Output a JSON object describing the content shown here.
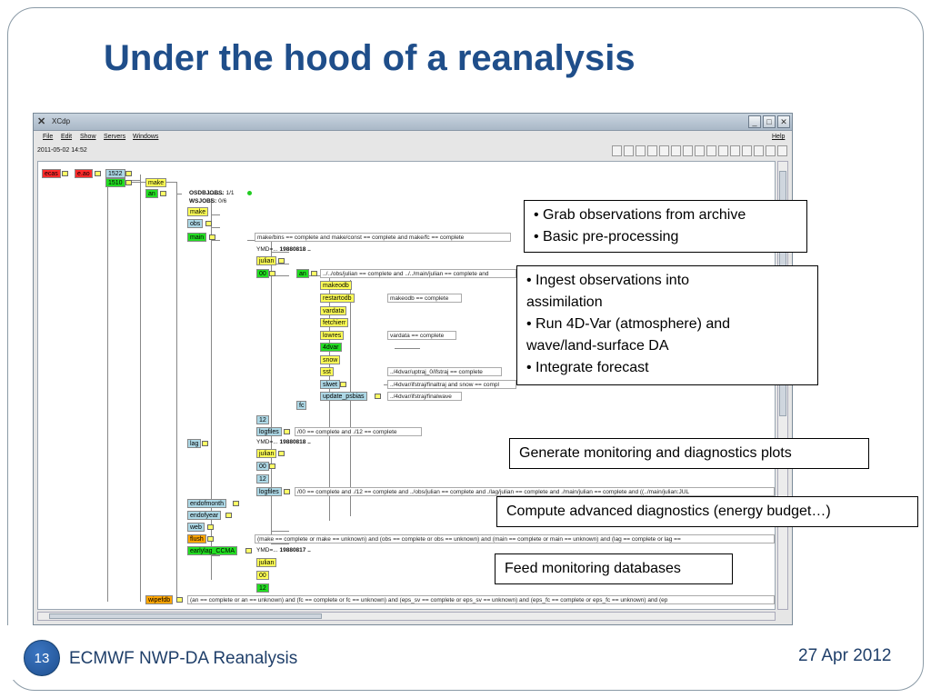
{
  "slide": {
    "title": "Under the hood of a reanalysis",
    "page_number": "13",
    "footer_left": "ECMWF NWP-DA Reanalysis",
    "footer_right": "27 Apr 2012"
  },
  "window": {
    "title": "XCdp",
    "menus": [
      "File",
      "Edit",
      "Show",
      "Servers",
      "Windows"
    ],
    "help": "Help",
    "datetime": "2011-05-02 14:52"
  },
  "tree": {
    "servers": [
      "ecas",
      "e.ao"
    ],
    "suite": "1522",
    "family": "1510",
    "make": "make",
    "an": "an",
    "osdbjobs_label": "OSDBJOBS:",
    "osdbjobs_value": "1/1",
    "wsjobs_label": "WSJOBS:",
    "wsjobs_value": "0/6",
    "an_make": "make",
    "obs": "obs",
    "main": "main",
    "main_trigger": "make/bins == complete and make/const == complete and make/fc == complete",
    "ymd1_prefix": "YMD=...",
    "ymd1_value": "19880818 ..",
    "julian1": "julian",
    "fam00": "00",
    "an2": "an",
    "an2_trigger": "../../obs/julian == complete and ../../main/julian == complete and",
    "makeodb": "makeodb",
    "restartodb": "restartodb",
    "restartodb_trigger": "makeodb == complete",
    "vardata": "vardata",
    "fetchierr": "fetchierr",
    "lowres": "lowres",
    "lowres_trigger": "vardata == complete",
    "fdvar": "4dvar",
    "snow": "snow",
    "sst": "sst",
    "sst_trigger": "../4dvar/uptraj_0/ifstraj == complete",
    "slwet": "slwet",
    "slwet_trigger": "../4dvar/ifstraj/finaltraj and snow == compl",
    "update_psbias": "update_psbias",
    "update_trigger": "../4dvar/ifstraj/finalwave",
    "fc": "fc",
    "fam12": "12",
    "logfiles1": "logfiles",
    "logfiles1_trigger": "/00 == complete and ./12 == complete",
    "lag": "lag",
    "ymd2_prefix": "YMD=...",
    "ymd2_value": "19880818 ..",
    "julian2": "julian",
    "lag00": "00",
    "lag12": "12",
    "logfiles2": "logfiles",
    "logfiles2_trigger": "/00 == complete and ./12 == complete and ../obs/julian == complete and ./lag/julian == complete and ./main/julian == complete and ((../main/julian:JUL",
    "endofmonth": "endofmonth",
    "endofyear": "endofyear",
    "web": "web",
    "flush": "flush",
    "flush_trigger": "(make == complete or make == unknown) and (obs == complete or obs == unknown) and (main == complete or main == unknown) and (lag == complete or lag ==",
    "earlylag": "earlylag_CCMA",
    "ymd3_prefix": "YMD=...",
    "ymd3_value": "19880817 ..",
    "julian3": "julian",
    "el00": "00",
    "el12": "12",
    "wipefdb": "wipefdb",
    "wipefdb_trigger": "(an == complete or an == unknown) and (fc == complete or fc == unknown) and (eps_sv == complete or eps_sv == unknown) and (eps_fc == complete or eps_fc == unknown) and (ep"
  },
  "callouts": {
    "box1": [
      "• Grab observations from archive",
      "• Basic pre-processing"
    ],
    "box2": [
      "• Ingest observations into",
      "assimilation",
      "• Run 4D-Var (atmosphere) and",
      "wave/land-surface DA",
      "• Integrate forecast"
    ],
    "box3": "Generate monitoring and diagnostics plots",
    "box4": "Compute advanced diagnostics (energy budget…)",
    "box5": "Feed monitoring databases"
  },
  "colors": {
    "title": "#1f4e8a",
    "aborted": "#ff2a2a",
    "queued": "#add8e6",
    "active": "#22dd22",
    "complete": "#ffff55",
    "suspended": "#ffa500"
  }
}
